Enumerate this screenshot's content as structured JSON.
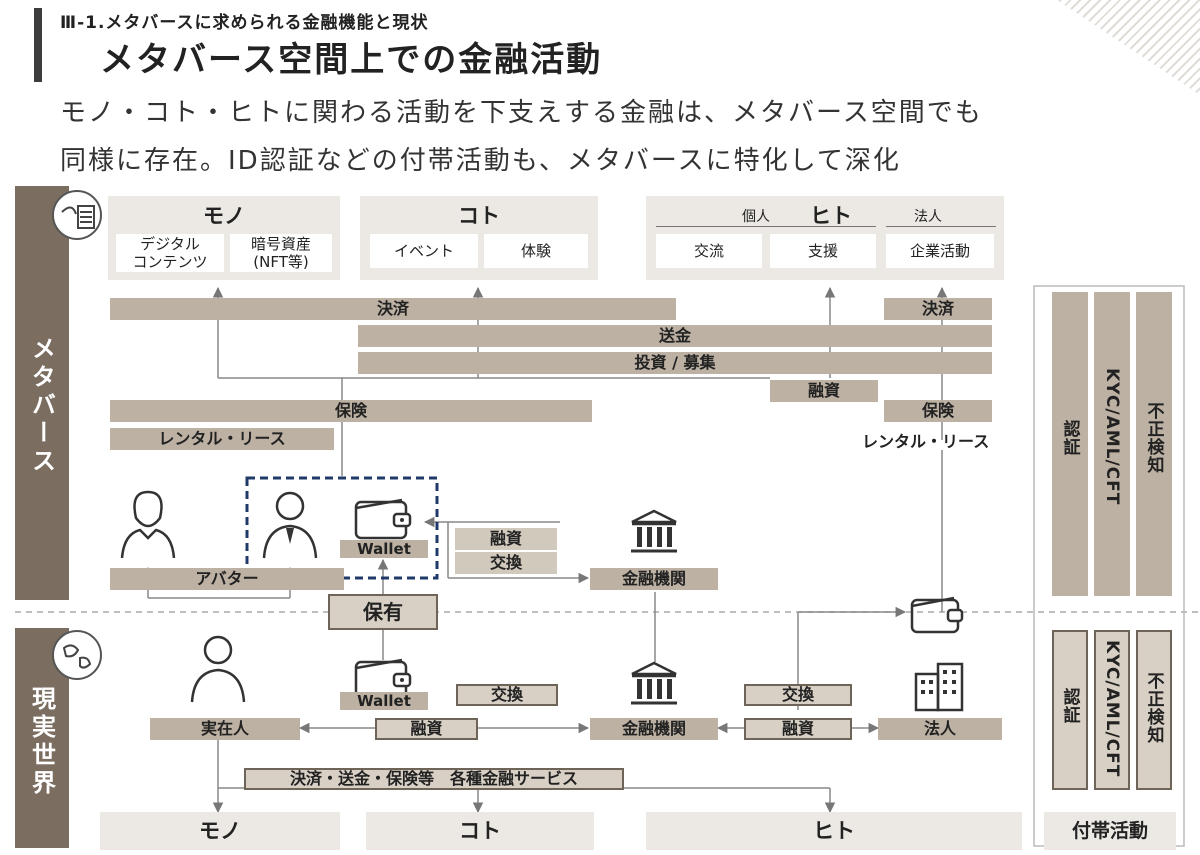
{
  "header": {
    "section_label": "Ⅲ-1.メタバースに求められる金融機能と現状",
    "title": "メタバース空間上での金融活動",
    "subtitle_line1": "モノ・コト・ヒトに関わる活動を下支えする金融は、メタバース空間でも",
    "subtitle_line2": "同様に存在。ID認証などの付帯活動も、メタバースに特化して深化"
  },
  "regions": {
    "metaverse": "メタバース",
    "real_world": "現実世界"
  },
  "top_panels": {
    "mono": {
      "title": "モノ",
      "cells": [
        "デジタル\nコンテンツ",
        "暗号資産\n(NFT等)"
      ]
    },
    "koto": {
      "title": "コト",
      "cells": [
        "イベント",
        "体験"
      ]
    },
    "hito": {
      "title": "ヒト",
      "individual": "個人",
      "corporate": "法人",
      "cells": [
        "交流",
        "支援",
        "企業活動"
      ]
    }
  },
  "metaverse_services": {
    "kessai_left": "決済",
    "kessai_right": "決済",
    "soukin": "送金",
    "toushi": "投資 / 募集",
    "yuushi": "融資",
    "hoken_left": "保険",
    "hoken_right": "保険",
    "rental_left": "レンタル・リース",
    "rental_right": "レンタル・リース"
  },
  "metaverse_actors": {
    "avatar": "アバター",
    "wallet": "Wallet",
    "yuushi": "融資",
    "koukan": "交換",
    "financial_institution": "金融機関"
  },
  "holding": "保有",
  "real_world_actors": {
    "wallet": "Wallet",
    "person": "実在人",
    "koukan_left": "交換",
    "yuushi_left": "融資",
    "financial_institution": "金融機関",
    "koukan_right": "交換",
    "yuushi_right": "融資",
    "corporation": "法人",
    "services": "決済・送金・保険等　各種金融サービス"
  },
  "bottom": {
    "mono": "モノ",
    "koto": "コト",
    "hito": "ヒト"
  },
  "ancillary": {
    "label": "付帯活動",
    "metaverse_cols": [
      "認証",
      "KYC/AML/CFT",
      "不正検知"
    ],
    "real_cols": [
      "認証",
      "KYC/AML/CFT",
      "不正検知"
    ]
  },
  "icons": {
    "monitor": "server-globe-icon",
    "globe": "world-globe-icon",
    "avatar_female": "female-avatar-icon",
    "avatar_male": "male-avatar-icon",
    "wallet": "wallet-icon",
    "bank": "bank-icon",
    "person": "person-icon",
    "building": "building-icon"
  },
  "colors": {
    "bar": "#bcb1a3",
    "panel": "#ece8e3",
    "side_band": "#7b6e61",
    "dashed_box": "#1f3a68"
  }
}
